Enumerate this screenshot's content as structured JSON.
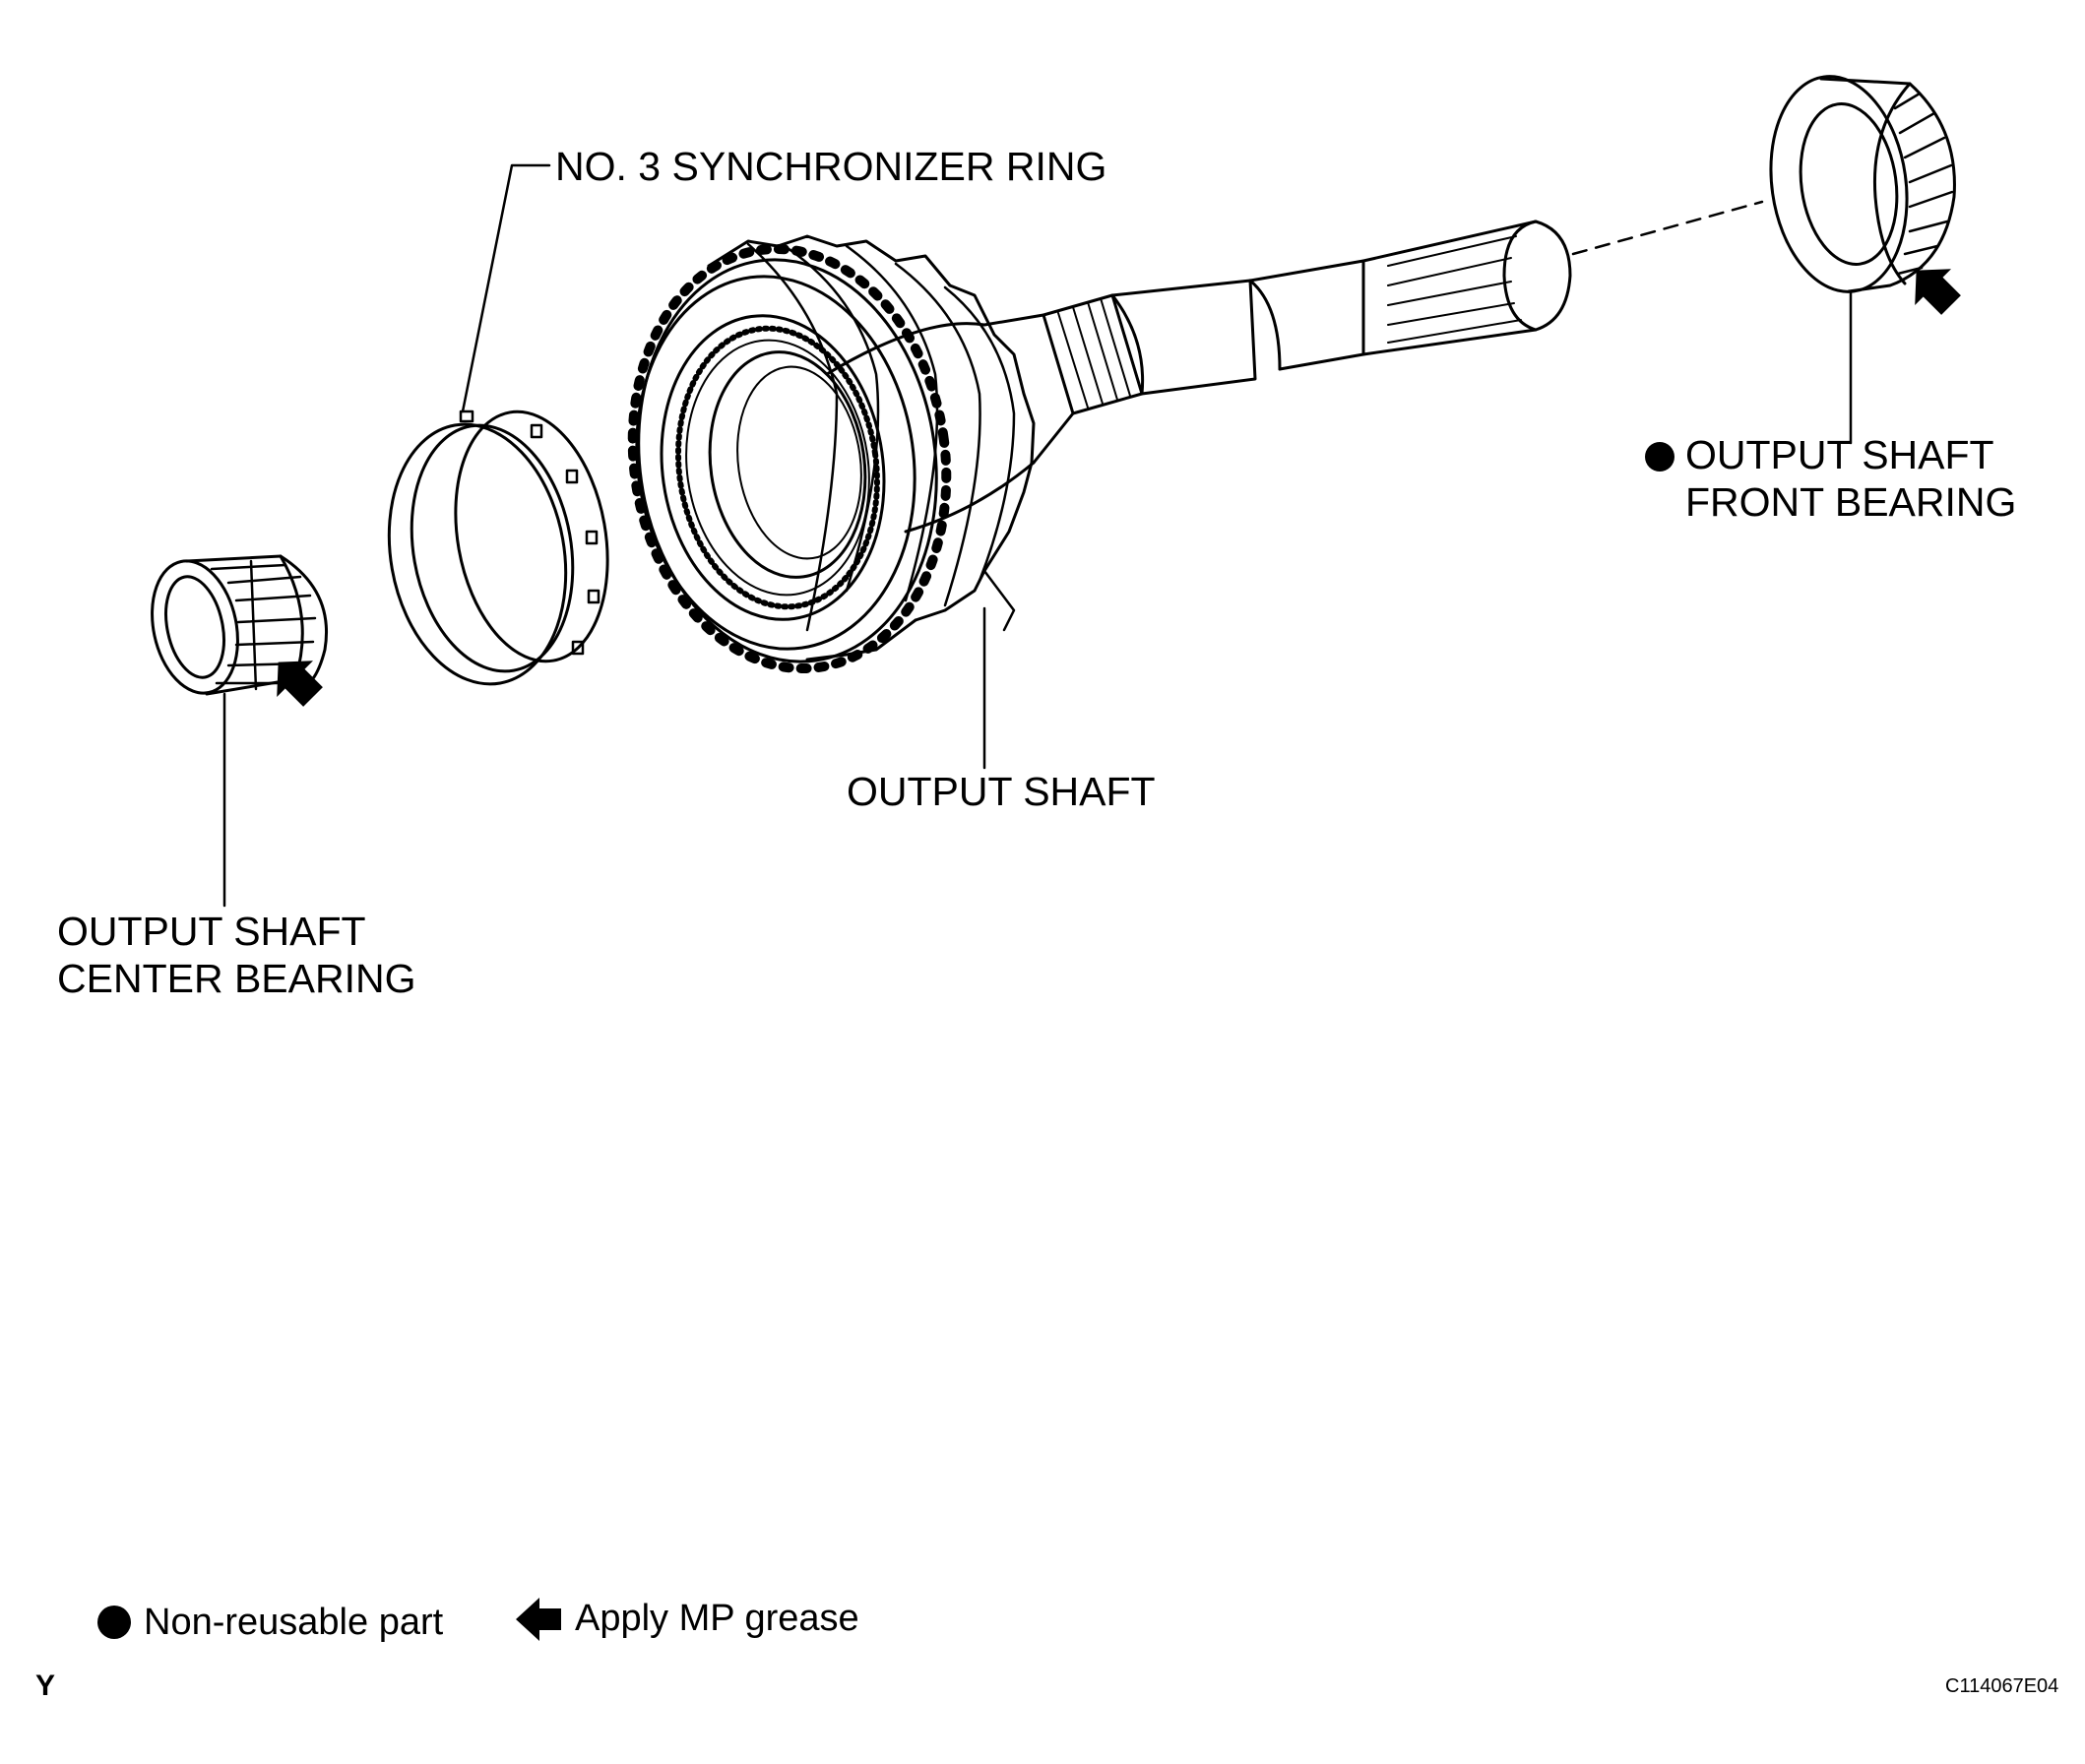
{
  "labels": {
    "synchronizer_ring": "NO. 3 SYNCHRONIZER RING",
    "front_bearing_line1": "OUTPUT SHAFT",
    "front_bearing_line2": "FRONT BEARING",
    "output_shaft": "OUTPUT SHAFT",
    "center_bearing_line1": "OUTPUT SHAFT",
    "center_bearing_line2": "CENTER BEARING"
  },
  "legend": {
    "non_reusable": "Non-reusable part",
    "apply_grease": "Apply MP grease"
  },
  "corner_mark": "Y",
  "figure_code": "C114067E04",
  "icons": {
    "non_reusable": "filled-circle-icon",
    "grease": "arrow-icon"
  },
  "colors": {
    "ink": "#000000",
    "paper": "#ffffff"
  }
}
